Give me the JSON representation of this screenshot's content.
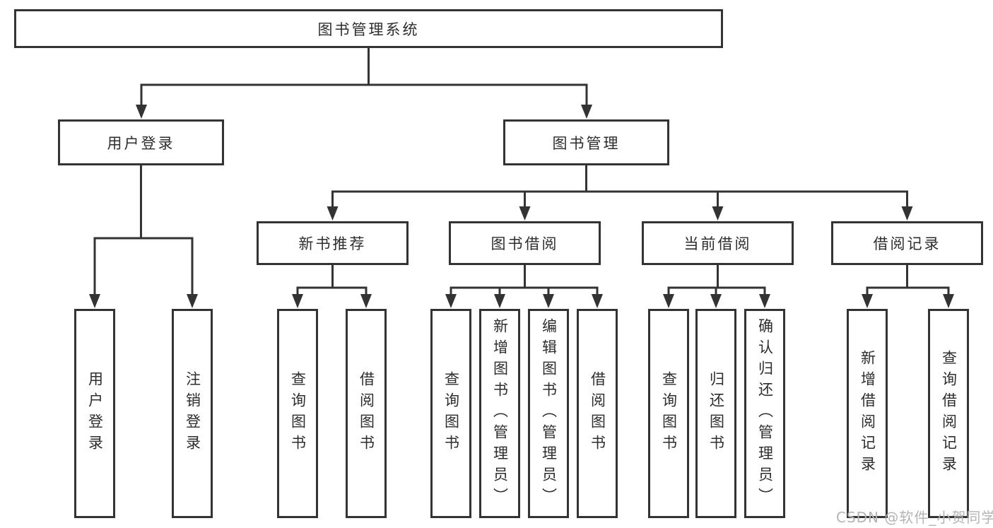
{
  "diagram": {
    "colors": {
      "line": "#333333",
      "border": "#333333",
      "text": "#2d2d2d",
      "watermark": "#b4b4b4",
      "background": "#ffffff"
    },
    "watermark": "CSDN @软件_小贺同学",
    "tree": {
      "root": {
        "label": "图书管理系统"
      },
      "branches": [
        {
          "label": "用户登录",
          "children": [
            {
              "label": "用户登录"
            },
            {
              "label": "注销登录"
            }
          ]
        },
        {
          "label": "图书管理",
          "children": [
            {
              "label": "新书推荐",
              "children": [
                {
                  "label": "查询图书"
                },
                {
                  "label": "借阅图书"
                }
              ]
            },
            {
              "label": "图书借阅",
              "children": [
                {
                  "label": "查询图书"
                },
                {
                  "label": "新增图书（管理员）"
                },
                {
                  "label": "编辑图书（管理员）"
                },
                {
                  "label": "借阅图书"
                }
              ]
            },
            {
              "label": "当前借阅",
              "children": [
                {
                  "label": "查询图书"
                },
                {
                  "label": "归还图书"
                },
                {
                  "label": "确认归还（管理员）"
                }
              ]
            },
            {
              "label": "借阅记录",
              "children": [
                {
                  "label": "新增借阅记录"
                },
                {
                  "label": "查询借阅记录"
                }
              ]
            }
          ]
        }
      ]
    }
  }
}
